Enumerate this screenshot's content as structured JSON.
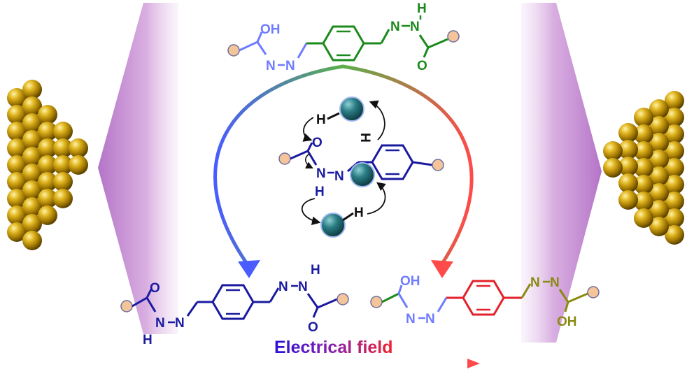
{
  "figure": {
    "caption": "Electrical field",
    "colors": {
      "top_molecule_left": "#6f7cff",
      "top_molecule_right": "#1b8a1b",
      "center_molecule": "#1a1aa0",
      "bottom_left_molecule": "#1a1aa0",
      "bottom_right_ring": "#e4202a",
      "bottom_right_left": "#6f7cff",
      "bottom_right_right": "#8a8a10",
      "electrode_gold": "#b8900a",
      "lead_purple": "#c68ad4",
      "proton": "#1f6f78",
      "substituent": "#f4c49a",
      "cycle_blue": "#4a5cff",
      "cycle_green": "#5bb04a",
      "cycle_red": "#ff4a4a",
      "caption_start": "#2a10d8",
      "caption_end": "#f0202a"
    }
  },
  "labels": {
    "top_oh": "OH",
    "top_n1": "N",
    "top_n2": "N",
    "top_nh_h": "H",
    "top_n3": "N",
    "top_n4": "N",
    "top_o": "O",
    "mid_h1": "H",
    "mid_h_vertical": "H",
    "mid_o": "O",
    "mid_n1": "N",
    "mid_n2": "N",
    "mid_h3": "H",
    "mid_h4": "H",
    "bl_o": "O",
    "bl_n1": "N",
    "bl_n2": "N",
    "bl_h": "H",
    "bl_h_top": "H",
    "bl_n3": "N",
    "bl_n4": "N",
    "bl_o2": "O",
    "br_oh": "OH",
    "br_n1": "N",
    "br_n2": "N",
    "br_n3": "N",
    "br_n4": "N",
    "br_oh2": "OH"
  }
}
